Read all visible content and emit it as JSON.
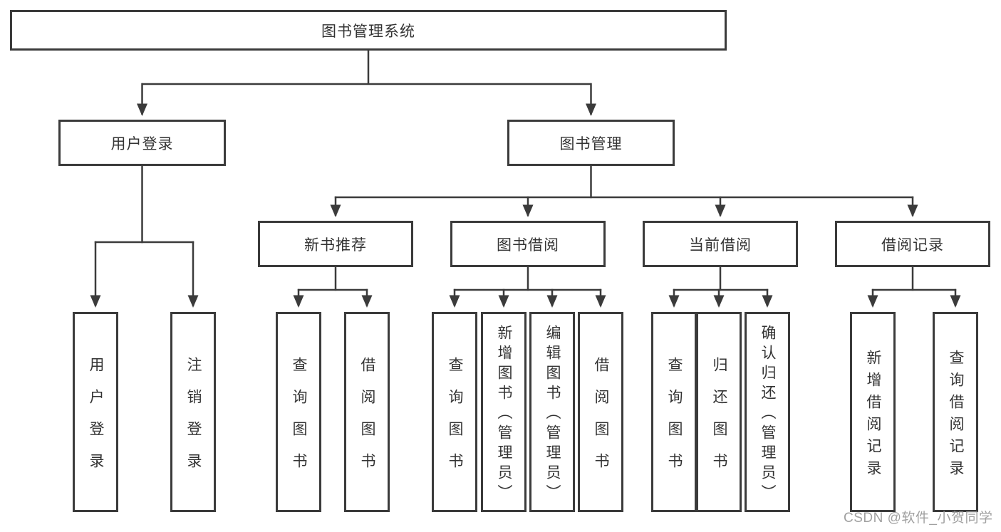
{
  "diagram_type": "tree",
  "colors": {
    "line": "#3b3b3b",
    "box_border": "#3b3b3b",
    "text": "#333333",
    "watermark": "#989898",
    "background": "#ffffff"
  },
  "tree": {
    "label": "图书管理系统",
    "children": [
      {
        "label": "用户登录",
        "children": [
          {
            "label": "用户登录"
          },
          {
            "label": "注销登录"
          }
        ]
      },
      {
        "label": "图书管理",
        "children": [
          {
            "label": "新书推荐",
            "children": [
              {
                "label": "查询图书"
              },
              {
                "label": "借阅图书"
              }
            ]
          },
          {
            "label": "图书借阅",
            "children": [
              {
                "label": "查询图书"
              },
              {
                "label": "新增图书（管理员）"
              },
              {
                "label": "编辑图书（管理员）"
              },
              {
                "label": "借阅图书"
              }
            ]
          },
          {
            "label": "当前借阅",
            "children": [
              {
                "label": "查询图书"
              },
              {
                "label": "归还图书"
              },
              {
                "label": "确认归还（管理员）"
              }
            ]
          },
          {
            "label": "借阅记录",
            "children": [
              {
                "label": "新增借阅记录"
              },
              {
                "label": "查询借阅记录"
              }
            ]
          }
        ]
      }
    ]
  },
  "watermark": {
    "text": "CSDN @软件_小贺同学"
  }
}
